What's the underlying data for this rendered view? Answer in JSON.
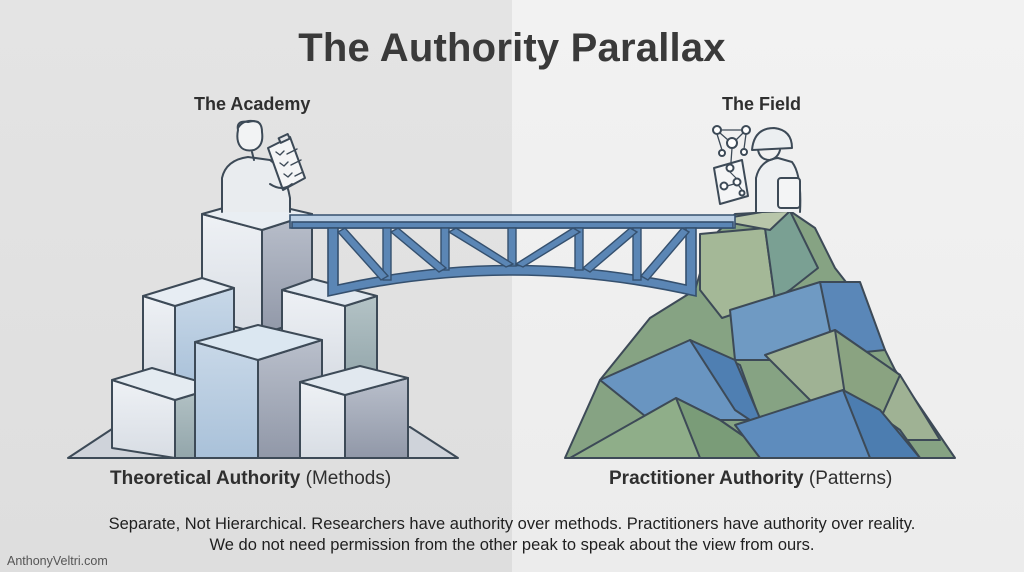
{
  "title": "The Authority Parallax",
  "left": {
    "heading": "The Academy",
    "authority_bold": "Theoretical Authority",
    "authority_paren": "(Methods)",
    "figure": "researcher-with-clipboard",
    "terrain": "stacked-blocks"
  },
  "right": {
    "heading": "The Field",
    "authority_bold": "Practitioner Authority",
    "authority_paren": "(Patterns)",
    "figure": "soldier-with-tablet-and-network",
    "terrain": "faceted-mountain"
  },
  "bridge": {
    "type": "arched-truss-bridge",
    "color": "#5b86b5"
  },
  "caption": {
    "line1": "Separate, Not Hierarchical. Researchers have authority over methods. Practitioners have authority over reality.",
    "line2": "We do not need permission from the other peak to speak about the view from ours."
  },
  "credit": "AnthonyVeltri.com",
  "colors": {
    "bg_left": "#e1e1e1",
    "bg_right": "#f0f0f0",
    "outline": "#3d4a57",
    "bridge_blue": "#5b86b5",
    "mountain_green": "#8fa888",
    "mountain_blue": "#5a87b8"
  }
}
